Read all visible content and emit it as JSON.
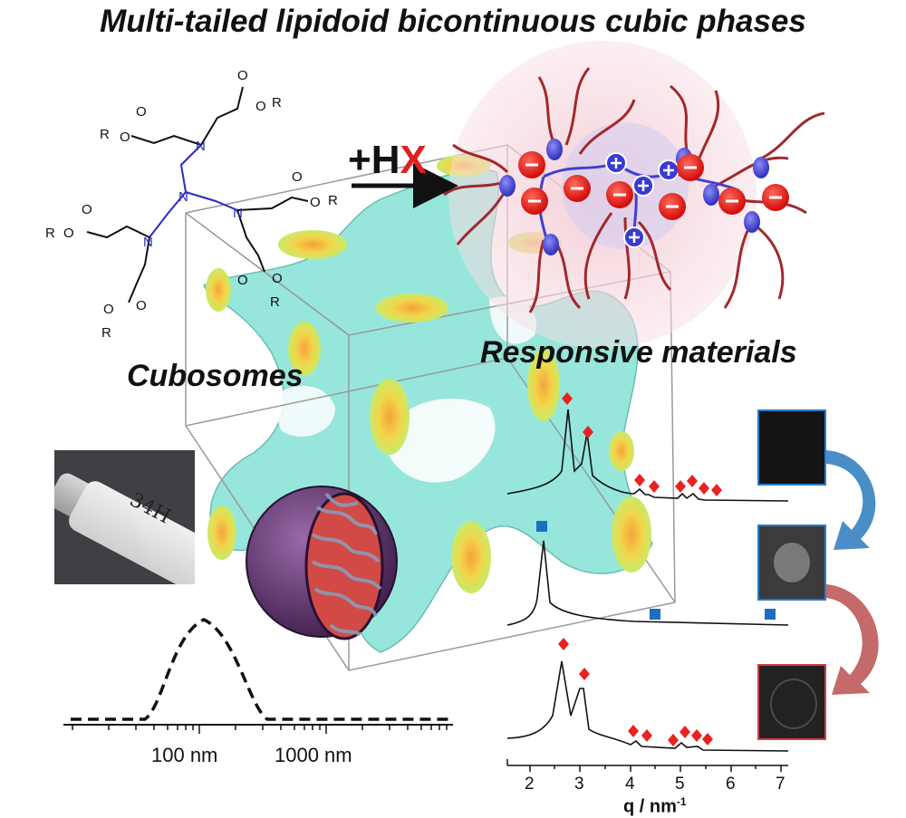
{
  "title": "Multi-tailed lipidoid bicontinuous cubic phases",
  "reagent": {
    "plus_h": "+H",
    "x": "X"
  },
  "labels": {
    "cubosomes": "Cubosomes",
    "responsive": "Responsive materials"
  },
  "molecule": {
    "atoms": [
      "N",
      "N",
      "N",
      "N"
    ],
    "r_groups": [
      "R",
      "R",
      "R",
      "R",
      "R",
      "R"
    ],
    "oxygens": [
      "O",
      "O",
      "O",
      "O",
      "O",
      "O",
      "O",
      "O",
      "O",
      "O",
      "O",
      "O"
    ]
  },
  "vial_text": "34H",
  "dls": {
    "tick_labels": [
      "100 nm",
      "1000 nm"
    ]
  },
  "saxs": {
    "x_ticks": [
      "2",
      "3",
      "4",
      "5",
      "6",
      "7"
    ],
    "xlabel_main": "q / nm",
    "xlabel_sup": "-1"
  },
  "colors": {
    "saxs_red_marker": "#e8221e",
    "saxs_blue_marker": "#1a6fc0",
    "arrow_blue": "#4a8ec8",
    "arrow_red": "#c46a6a",
    "cubic_surface": "#7fe0d6",
    "cubosome_shell": "#6a3d7a",
    "cubosome_core": "#d24a45"
  },
  "icons": [
    "vial-photo",
    "cryo-tem-image",
    "cubosome-sphere",
    "cubic-phase-surface",
    "lipidoid-micelle"
  ]
}
